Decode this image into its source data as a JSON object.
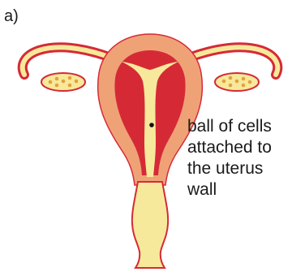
{
  "panel": {
    "label": "a)"
  },
  "annotation": {
    "lines": [
      "ball of cells",
      "attached to",
      "the uterus",
      "wall"
    ]
  },
  "colors": {
    "tube_fill": "#f7e99b",
    "tube_outline": "#d62a36",
    "uterus_outer": "#f0a277",
    "uterus_lining": "#d52a36",
    "ovary_fill": "#f7e99b",
    "ovary_spots": "#e3a23c",
    "cells_dot": "#111111"
  }
}
